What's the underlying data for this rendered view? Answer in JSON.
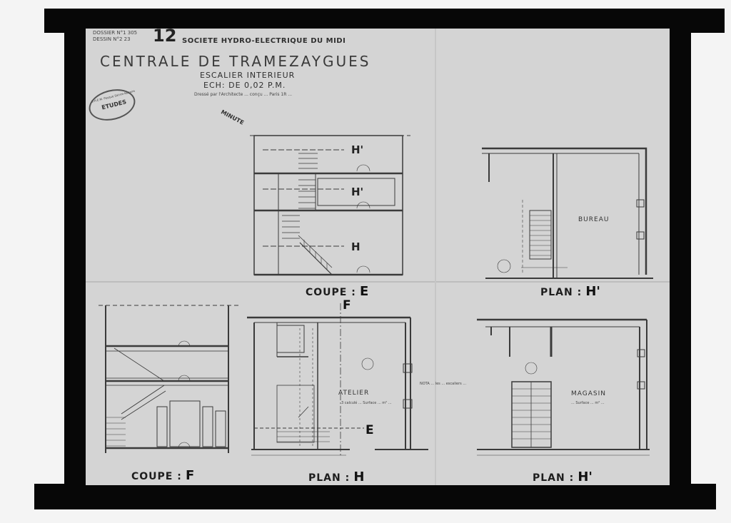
{
  "header": {
    "dossier": "DOSSIER N°1 305",
    "dessin": "DESSIN N°2 23",
    "sheet_number": "12",
    "company": "SOCIETE HYDRO-ELECTRIQUE DU MIDI",
    "plant": "CENTRALE DE TRAMEZAYGUES",
    "subject": "ESCALIER INTERIEUR",
    "scale": "ECH: DE 0,02 P.M.",
    "credit": "Dressé par l'Architecte ... conçu ... Paris 1R ...",
    "minute": "MINUTE"
  },
  "stamp": {
    "top": "S.H.E.M. Pesque Sainte-Nazaire",
    "center": "ETUDES"
  },
  "sections": {
    "coupe_e": {
      "label": "COUPE :",
      "letter": "E"
    },
    "plan_h2": {
      "label": "PLAN :",
      "letter": "H'"
    },
    "coupe_f": {
      "label": "COUPE :",
      "letter": "F"
    },
    "plan_h": {
      "label": "PLAN :",
      "letter": "H"
    },
    "plan_h1": {
      "label": "PLAN :",
      "letter": "H'"
    }
  },
  "levels": {
    "h2": "H'",
    "h1": "H'",
    "h": "H"
  },
  "rooms": {
    "bureau": "BUREAU",
    "atelier": "ATELIER",
    "magasin": "MAGASIN"
  },
  "markers": {
    "section_f": "F",
    "section_e": "E"
  },
  "notes": {
    "atelier": "3 calculé ... Surface ... m² ...",
    "magasin": "... Surface ... m² ...",
    "middle": "NOTA ... les ... escaliers ..."
  }
}
